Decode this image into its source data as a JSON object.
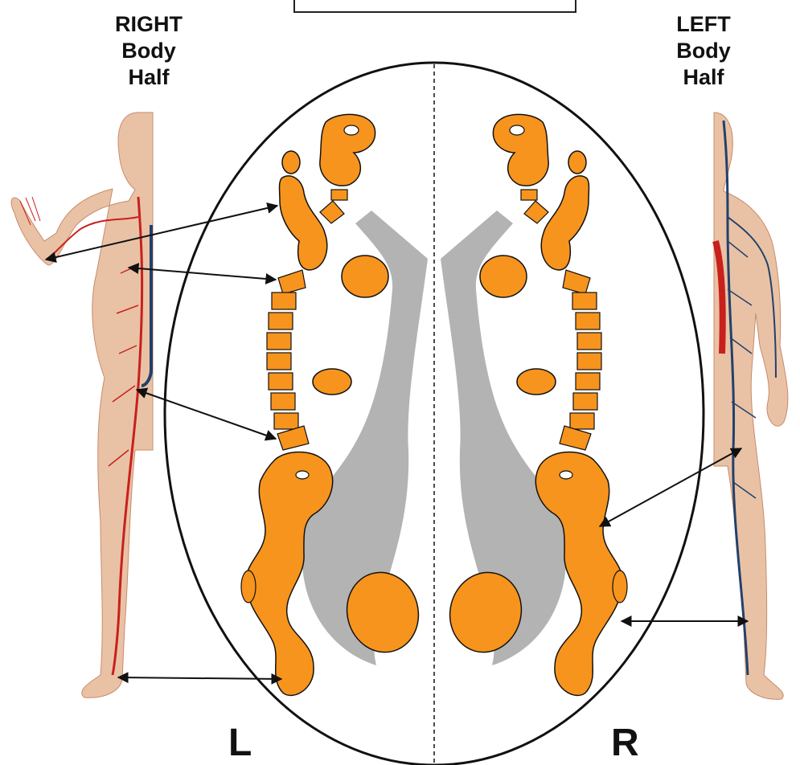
{
  "labels": {
    "right_body_half": [
      "RIGHT",
      "Body",
      "Half"
    ],
    "left_body_half": [
      "LEFT",
      "Body",
      "Half"
    ],
    "left_side": "L",
    "right_side": "R"
  },
  "colors": {
    "region_fill": "#f7941d",
    "tract_fill": "#b3b3b3",
    "outline": "#111111",
    "artery_red": "#c8201d",
    "vein_blue": "#23416b",
    "skin": "#e9c2a5"
  },
  "icons": [
    "human-figure-arterial-icon",
    "human-figure-venous-icon",
    "brain-axial-section-icon"
  ]
}
